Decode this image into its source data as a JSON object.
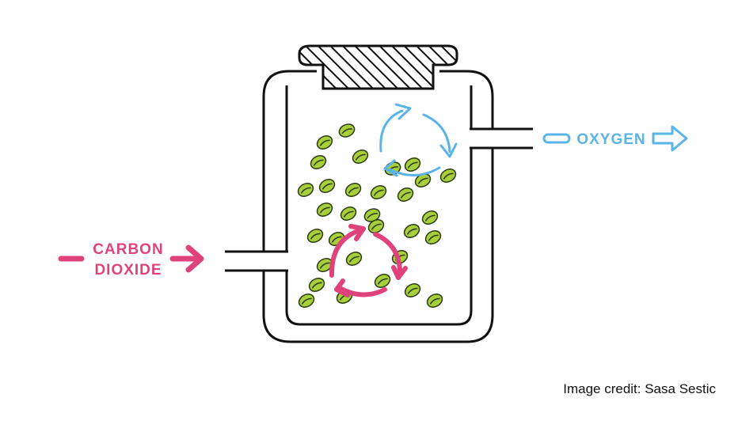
{
  "labels": {
    "input_line1": "CARBON",
    "input_line2": "DIOXIDE",
    "output": "OXYGEN",
    "credit": "Image credit: Sasa Sestic"
  },
  "colors": {
    "carbon_dioxide": "#e0427c",
    "oxygen": "#5ab4e8",
    "bean_fill": "#a6cf3b",
    "bean_stroke": "#2c3a12",
    "outline": "#111111"
  },
  "icons": {
    "lid": "hatched-lid-icon",
    "bean": "coffee-bean-icon",
    "cycle_co2": "recycle-arrows-icon",
    "cycle_o2": "recycle-arrows-icon"
  }
}
